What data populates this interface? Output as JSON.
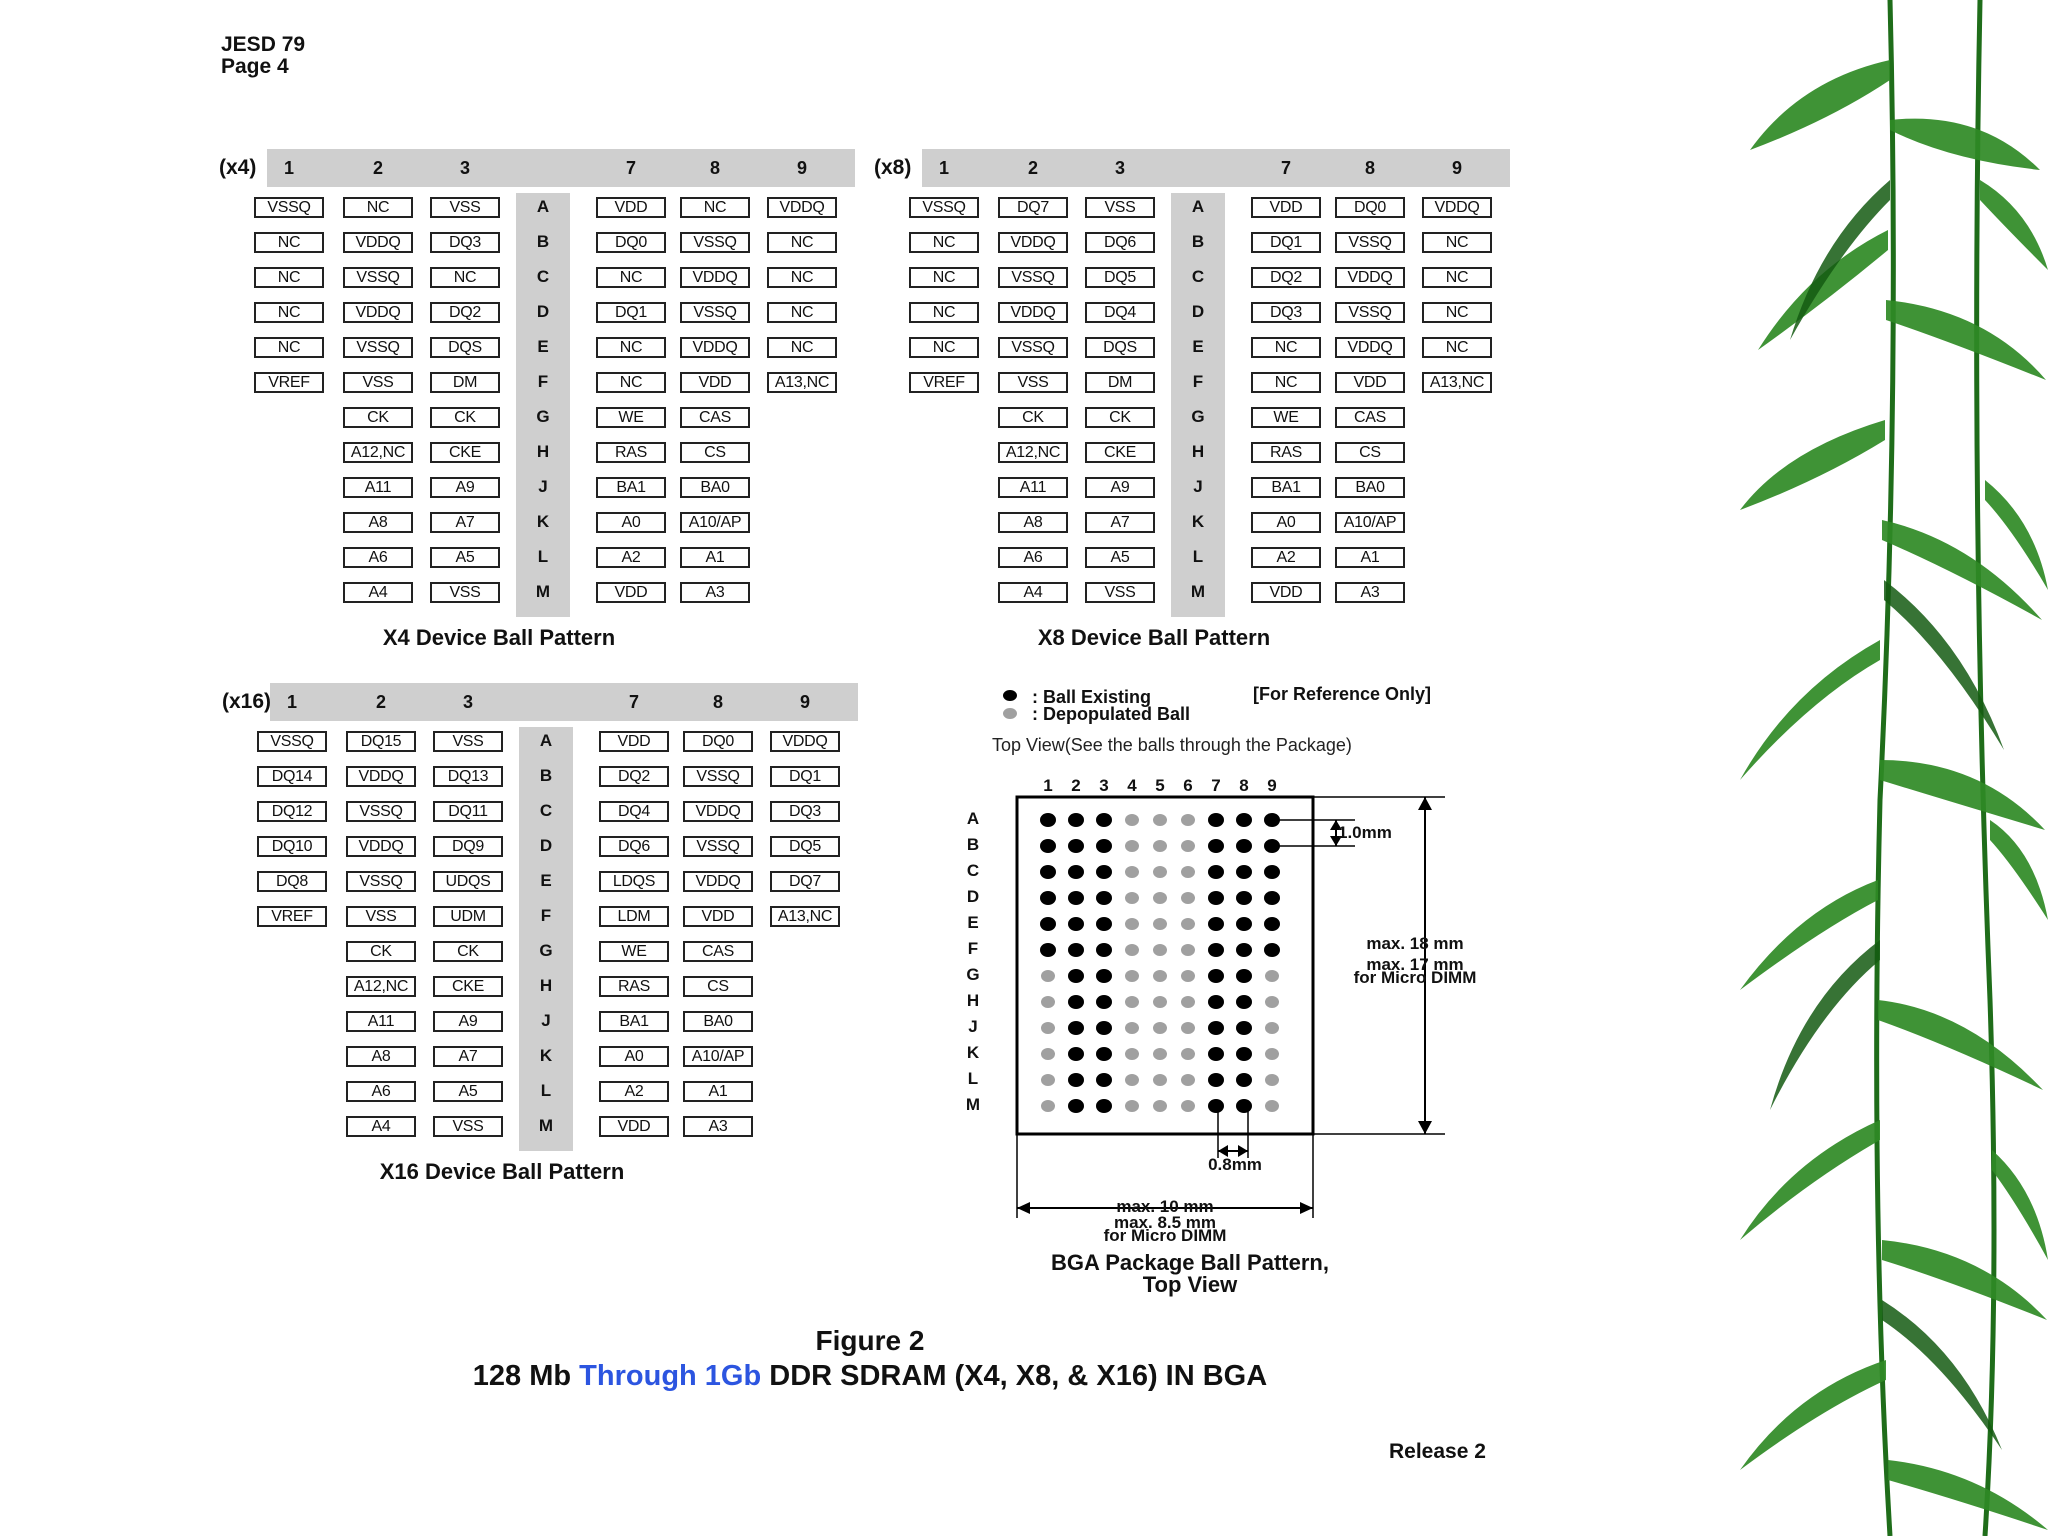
{
  "doc": {
    "std": "JESD 79",
    "page": "Page 4",
    "release": "Release 2"
  },
  "col_numbers": [
    "1",
    "2",
    "3",
    "7",
    "8",
    "9"
  ],
  "row_letters": [
    "A",
    "B",
    "C",
    "D",
    "E",
    "F",
    "G",
    "H",
    "J",
    "K",
    "L",
    "M"
  ],
  "x4": {
    "tag": "(x4)",
    "caption": "X4 Device Ball Pattern",
    "left": [
      [
        "VSSQ",
        "NC",
        "VSS"
      ],
      [
        "NC",
        "VDDQ",
        "DQ3"
      ],
      [
        "NC",
        "VSSQ",
        "NC"
      ],
      [
        "NC",
        "VDDQ",
        "DQ2"
      ],
      [
        "NC",
        "VSSQ",
        "DQS"
      ],
      [
        "VREF",
        "VSS",
        "DM"
      ],
      [
        "",
        "CK",
        "CK"
      ],
      [
        "",
        "A12,NC",
        "CKE"
      ],
      [
        "",
        "A11",
        "A9"
      ],
      [
        "",
        "A8",
        "A7"
      ],
      [
        "",
        "A6",
        "A5"
      ],
      [
        "",
        "A4",
        "VSS"
      ]
    ],
    "right": [
      [
        "VDD",
        "NC",
        "VDDQ"
      ],
      [
        "DQ0",
        "VSSQ",
        "NC"
      ],
      [
        "NC",
        "VDDQ",
        "NC"
      ],
      [
        "DQ1",
        "VSSQ",
        "NC"
      ],
      [
        "NC",
        "VDDQ",
        "NC"
      ],
      [
        "NC",
        "VDD",
        "A13,NC"
      ],
      [
        "WE",
        "CAS",
        ""
      ],
      [
        "RAS",
        "CS",
        ""
      ],
      [
        "BA1",
        "BA0",
        ""
      ],
      [
        "A0",
        "A10/AP",
        ""
      ],
      [
        "A2",
        "A1",
        ""
      ],
      [
        "VDD",
        "A3",
        ""
      ]
    ]
  },
  "x8": {
    "tag": "(x8)",
    "caption": "X8 Device Ball Pattern",
    "left": [
      [
        "VSSQ",
        "DQ7",
        "VSS"
      ],
      [
        "NC",
        "VDDQ",
        "DQ6"
      ],
      [
        "NC",
        "VSSQ",
        "DQ5"
      ],
      [
        "NC",
        "VDDQ",
        "DQ4"
      ],
      [
        "NC",
        "VSSQ",
        "DQS"
      ],
      [
        "VREF",
        "VSS",
        "DM"
      ],
      [
        "",
        "CK",
        "CK"
      ],
      [
        "",
        "A12,NC",
        "CKE"
      ],
      [
        "",
        "A11",
        "A9"
      ],
      [
        "",
        "A8",
        "A7"
      ],
      [
        "",
        "A6",
        "A5"
      ],
      [
        "",
        "A4",
        "VSS"
      ]
    ],
    "right": [
      [
        "VDD",
        "DQ0",
        "VDDQ"
      ],
      [
        "DQ1",
        "VSSQ",
        "NC"
      ],
      [
        "DQ2",
        "VDDQ",
        "NC"
      ],
      [
        "DQ3",
        "VSSQ",
        "NC"
      ],
      [
        "NC",
        "VDDQ",
        "NC"
      ],
      [
        "NC",
        "VDD",
        "A13,NC"
      ],
      [
        "WE",
        "CAS",
        ""
      ],
      [
        "RAS",
        "CS",
        ""
      ],
      [
        "BA1",
        "BA0",
        ""
      ],
      [
        "A0",
        "A10/AP",
        ""
      ],
      [
        "A2",
        "A1",
        ""
      ],
      [
        "VDD",
        "A3",
        ""
      ]
    ]
  },
  "x16": {
    "tag": "(x16)",
    "caption": "X16 Device Ball Pattern",
    "left": [
      [
        "VSSQ",
        "DQ15",
        "VSS"
      ],
      [
        "DQ14",
        "VDDQ",
        "DQ13"
      ],
      [
        "DQ12",
        "VSSQ",
        "DQ11"
      ],
      [
        "DQ10",
        "VDDQ",
        "DQ9"
      ],
      [
        "DQ8",
        "VSSQ",
        "UDQS"
      ],
      [
        "VREF",
        "VSS",
        "UDM"
      ],
      [
        "",
        "CK",
        "CK"
      ],
      [
        "",
        "A12,NC",
        "CKE"
      ],
      [
        "",
        "A11",
        "A9"
      ],
      [
        "",
        "A8",
        "A7"
      ],
      [
        "",
        "A6",
        "A5"
      ],
      [
        "",
        "A4",
        "VSS"
      ]
    ],
    "right": [
      [
        "VDD",
        "DQ0",
        "VDDQ"
      ],
      [
        "DQ2",
        "VSSQ",
        "DQ1"
      ],
      [
        "DQ4",
        "VDDQ",
        "DQ3"
      ],
      [
        "DQ6",
        "VSSQ",
        "DQ5"
      ],
      [
        "LDQS",
        "VDDQ",
        "DQ7"
      ],
      [
        "LDM",
        "VDD",
        "A13,NC"
      ],
      [
        "WE",
        "CAS",
        ""
      ],
      [
        "RAS",
        "CS",
        ""
      ],
      [
        "BA1",
        "BA0",
        ""
      ],
      [
        "A0",
        "A10/AP",
        ""
      ],
      [
        "A2",
        "A1",
        ""
      ],
      [
        "VDD",
        "A3",
        ""
      ]
    ]
  },
  "overlined_pins": [
    "CK_r6c2",
    "WE",
    "CAS",
    "RAS",
    "CS"
  ],
  "bga": {
    "legend_existing": ": Ball Existing",
    "legend_depop": ": Depopulated Ball",
    "reference": "[For Reference Only]",
    "top_view_note": "Top View(See the balls through the Package)",
    "columns": [
      "1",
      "2",
      "3",
      "4",
      "5",
      "6",
      "7",
      "8",
      "9"
    ],
    "rows": [
      "A",
      "B",
      "C",
      "D",
      "E",
      "F",
      "G",
      "H",
      "J",
      "K",
      "L",
      "M"
    ],
    "pitch_label": "1.0mm",
    "col_pitch_label": "0.8mm",
    "height_l1": "max. 18 mm",
    "height_l2": "max. 17 mm",
    "height_l3": "for Micro DIMM",
    "width_l1": "max. 10 mm",
    "width_l2": "max. 8.5 mm",
    "width_l3": "for Micro DIMM",
    "caption_l1": "BGA Package Ball Pattern,",
    "caption_l2": "Top View",
    "colors": {
      "existing": "#000000",
      "depopulated": "#a0a0a0"
    }
  },
  "figure": {
    "label": "Figure 2",
    "title_a": "128 Mb ",
    "title_b": "Through 1Gb",
    "title_c": " DDR SDRAM (X4, X8, & X16) IN BGA",
    "accent": "#2c55e0"
  }
}
